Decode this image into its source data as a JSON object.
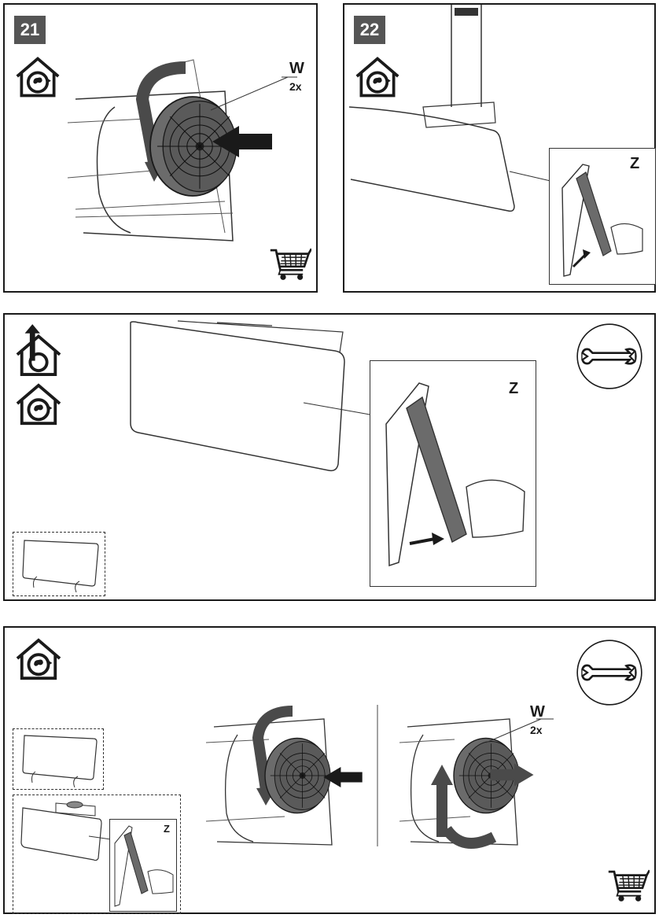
{
  "steps": {
    "step21": {
      "number": "21",
      "fan_label": "W",
      "fan_qty": "2x"
    },
    "step22": {
      "number": "22",
      "filter_label": "Z"
    }
  },
  "panel3": {
    "filter_label": "Z"
  },
  "panel4": {
    "inset_filter_label": "Z",
    "fan_label": "W",
    "fan_qty": "2x"
  },
  "icons": {
    "recirculation": "recirculation-house-icon",
    "extraction": "extraction-house-icon",
    "cart": "shopping-cart-icon",
    "wrench": "wrench-icon"
  },
  "colors": {
    "step_badge": "#555555",
    "filter_fill": "#6b6b6b",
    "line": "#1a1a1a"
  }
}
